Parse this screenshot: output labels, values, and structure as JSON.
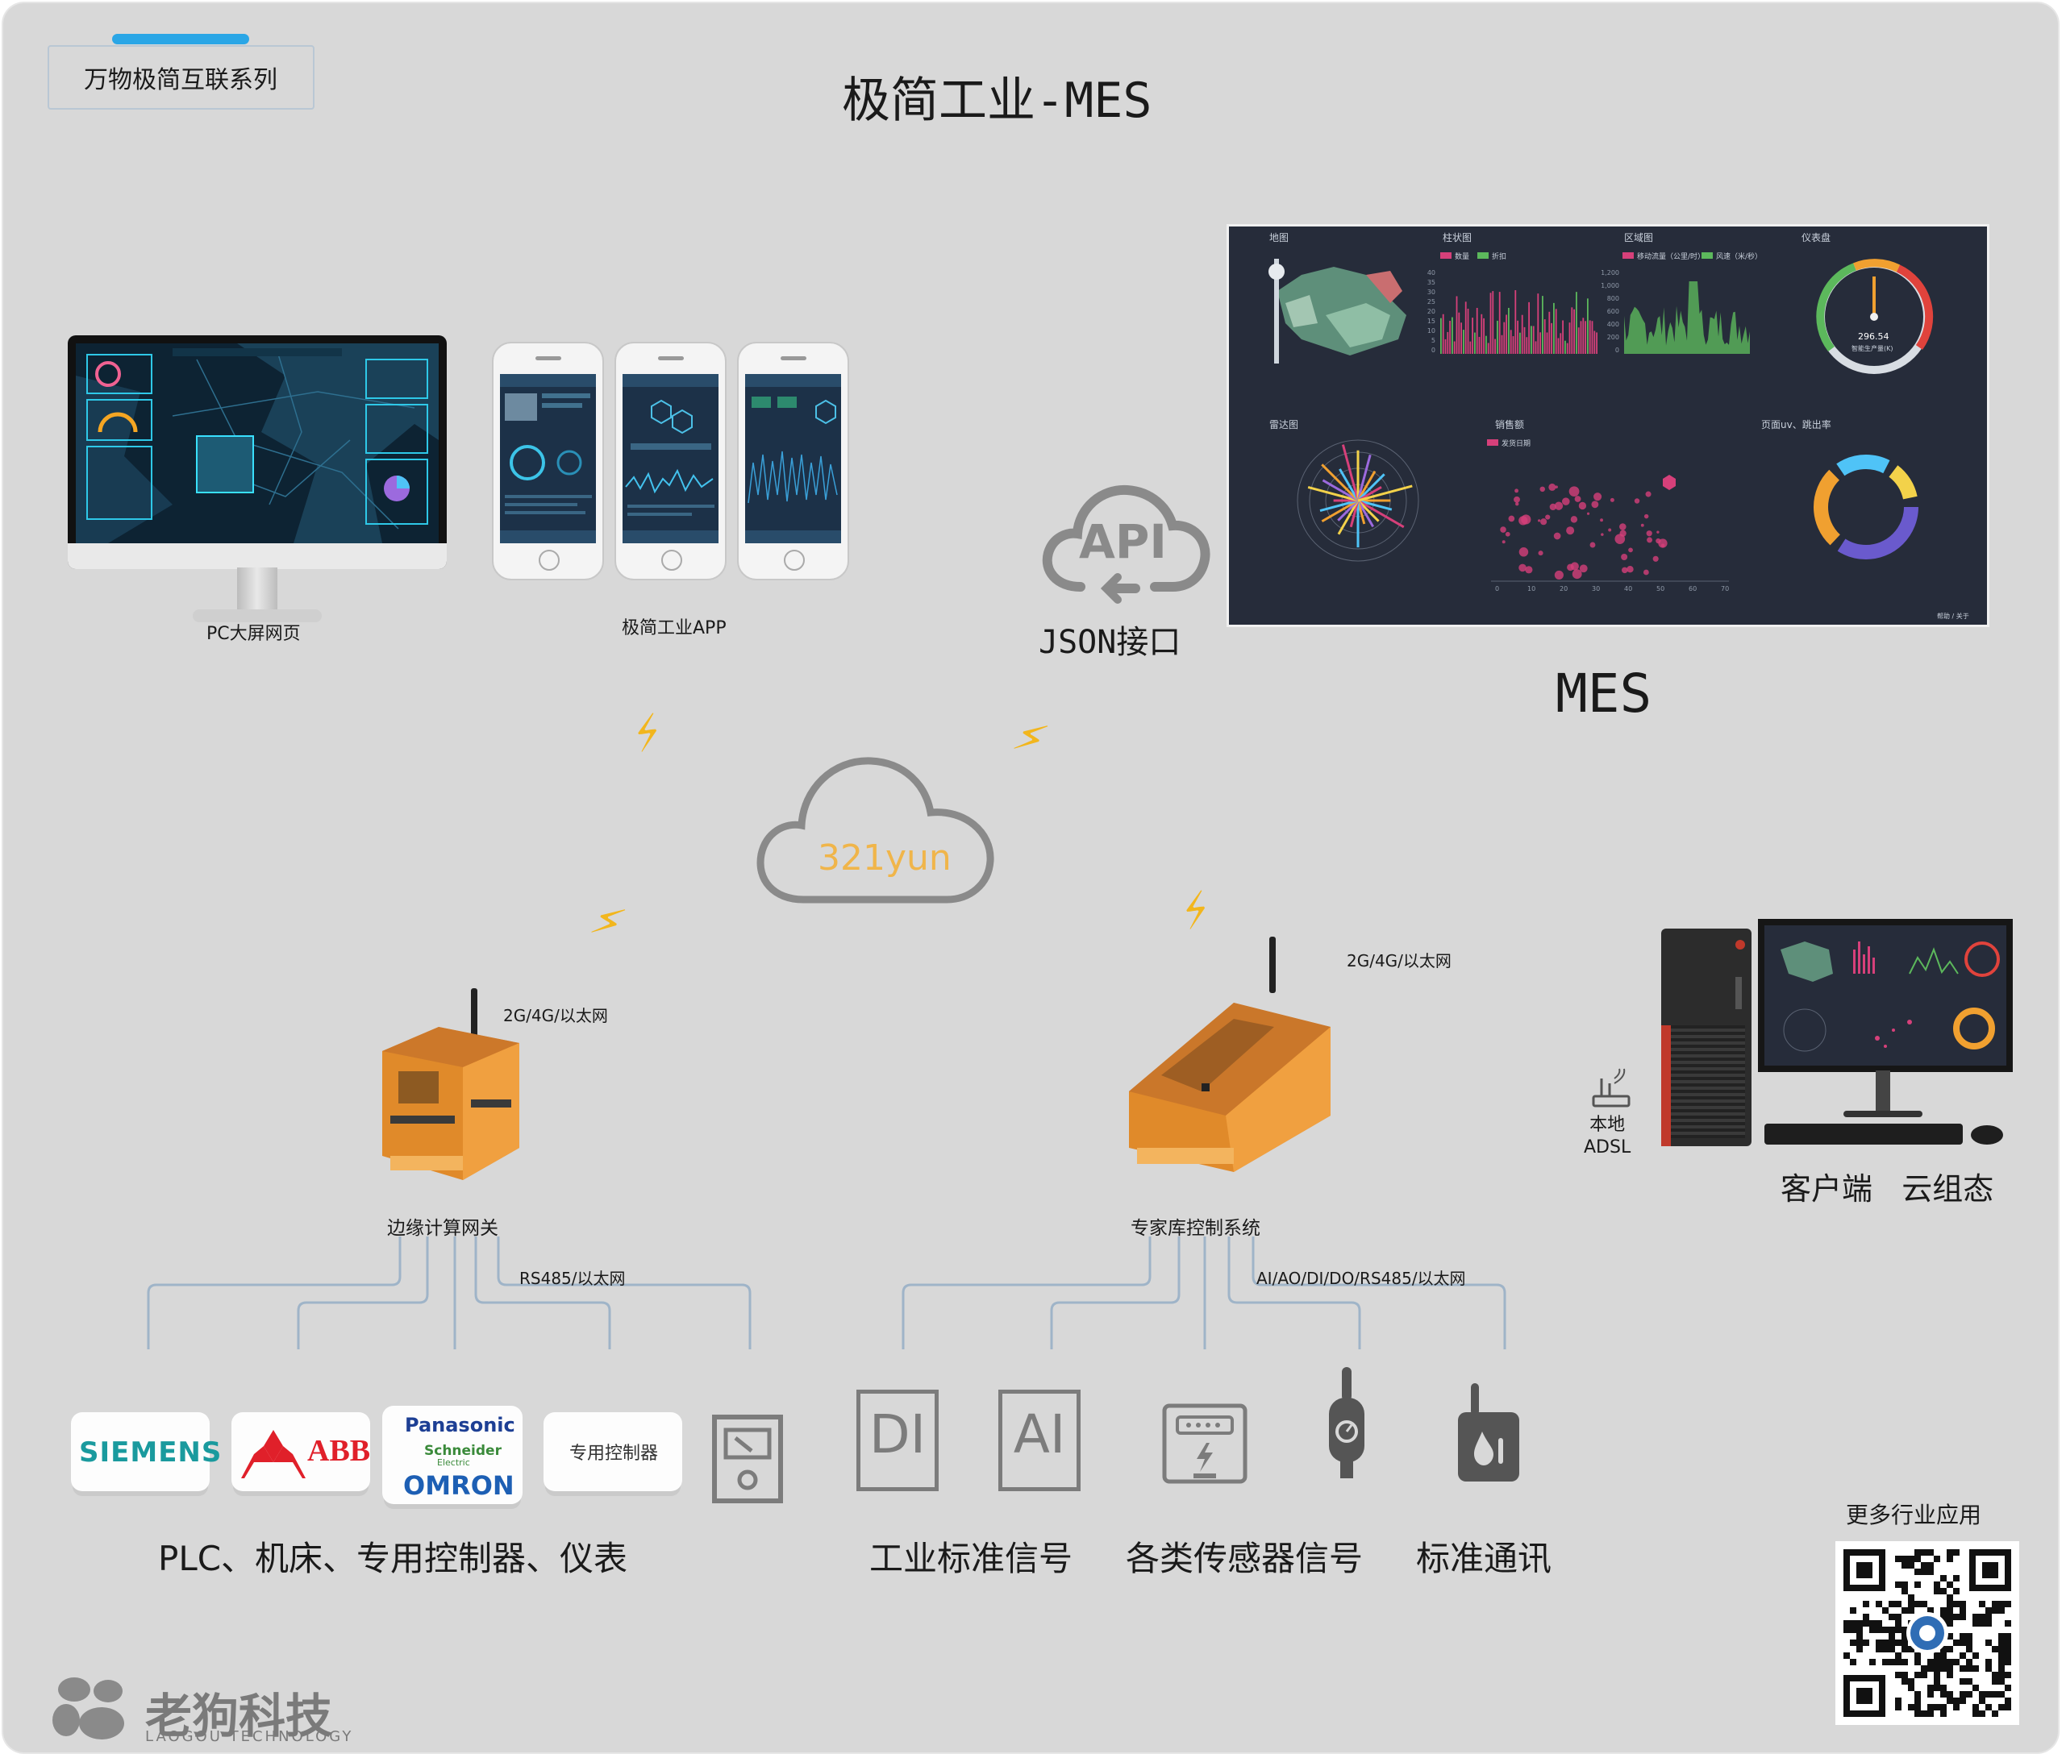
{
  "header": {
    "series": "万物极简互联系列",
    "title": "极简工业-MES"
  },
  "top": {
    "pc_label": "PC大屏网页",
    "app_label": "极简工业APP",
    "api_label": "JSON接口",
    "api_icon": "API",
    "mes_label": "MES"
  },
  "dashboard": {
    "map_title": "地图",
    "bar_title": "柱状图",
    "area_title": "区域图",
    "gauge_title": "仪表盘",
    "gauge_value": "296.54",
    "gauge_caption": "智能生产量(K)",
    "radar_title": "雷达图",
    "scatter_title": "销售额",
    "donut_title": "页面uv、跳出率",
    "bar_legend": [
      "数量",
      "折扣"
    ],
    "area_legend": [
      "移动流量（公里/时）",
      "风速（米/秒）"
    ],
    "scatter_legend": "发货日期",
    "area_yticks": [
      "1,200",
      "1,000",
      "800",
      "600",
      "400",
      "200",
      "0"
    ],
    "bar_yticks": [
      "40",
      "35",
      "30",
      "25",
      "20",
      "15",
      "10",
      "5",
      "0"
    ],
    "scatter_xticks": [
      "0",
      "10",
      "20",
      "30",
      "40",
      "50",
      "60",
      "70"
    ],
    "footer": "帮助 / 关于",
    "colors": {
      "bg": "#262c3a",
      "pink": "#d6407a",
      "green": "#5cb85c",
      "orange": "#f0a030",
      "purple": "#6a5acd"
    }
  },
  "cloud": {
    "name": "321yun",
    "color": "#f0b54a"
  },
  "gateway": {
    "label": "边缘计算网关",
    "net": "2G/4G/以太网",
    "bus": "RS485/以太网"
  },
  "expert": {
    "label": "专家库控制系统",
    "net": "2G/4G/以太网",
    "bus": "AI/AO/DI/DO/RS485/以太网"
  },
  "client": {
    "label": "客户端   云组态",
    "adsl_top": "本地",
    "adsl_bottom": "ADSL"
  },
  "devices": {
    "siemens": "SIEMENS",
    "abb": "ABB",
    "panasonic": "Panasonic",
    "schneider": "Schneider",
    "schneider_sub": "Electric",
    "omron": "OMRON",
    "special": "专用控制器",
    "di": "DI",
    "ai": "AI"
  },
  "categories": {
    "left": "PLC、机床、专用控制器、仪表",
    "middle": "工业标准信号",
    "sensors": "各类传感器信号",
    "comm": "标准通讯"
  },
  "footer": {
    "more": "更多行业应用",
    "brand_cn": "老狗科技",
    "brand_en": "LAOGOU TECHNOLOGY"
  }
}
